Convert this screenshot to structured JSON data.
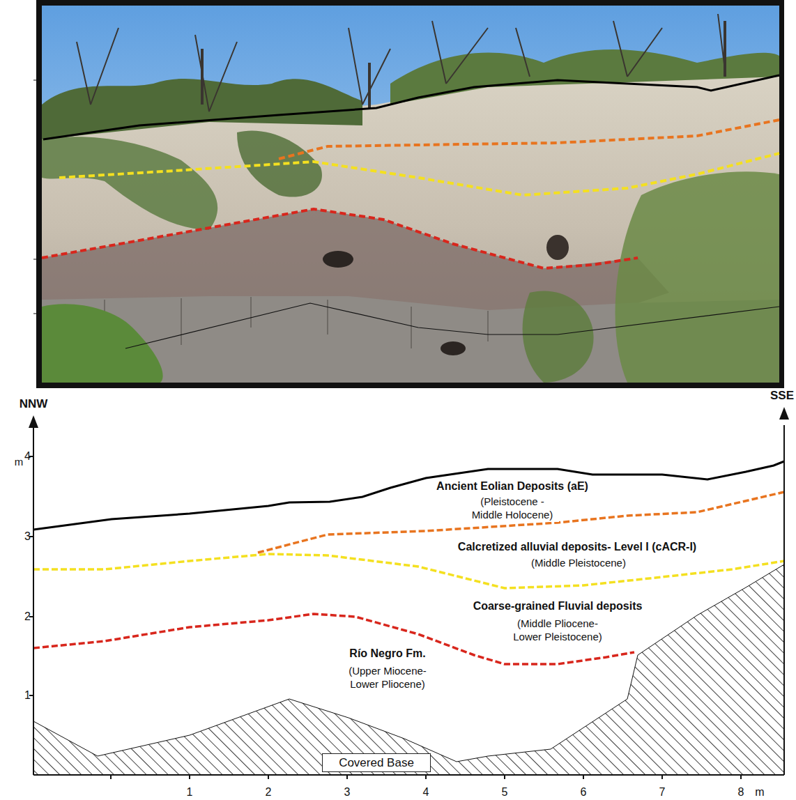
{
  "diagram": {
    "nodes": [
      {
        "text": [
          "Covered Base"
        ]
      }
    ],
    "labels": [
      "NNW",
      "SSE",
      "m",
      "4",
      "3",
      "2",
      "1",
      "Ancient Eolian Deposits (aE)",
      "(Pleistocene - Middle Holocene)",
      "Calcretized alluvial deposits- Level I (cACR-I)",
      "(Middle Pleistocene)",
      "Coarse-grained Fluvial deposits",
      "(Middle Pliocene- Lower Pleistocene)",
      "Río Negro Fm.",
      "(Upper Miocene- Lower Pliocene)",
      "1",
      "2",
      "3",
      "4",
      "5",
      "6",
      "7",
      "8",
      "m"
    ]
  }
}
